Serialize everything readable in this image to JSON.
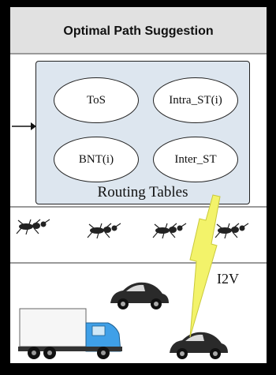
{
  "header": {
    "title": "Optimal Path Suggestion"
  },
  "routing_tables": {
    "caption": "Routing Tables",
    "tables": [
      "ToS",
      "Intra_ST(i)",
      "BNT(i)",
      "Inter_ST"
    ]
  },
  "link": {
    "label": "I2V"
  },
  "colors": {
    "box_fill": "#dde6ef",
    "header_fill": "#e1e1e1",
    "lightning": "#f3f36a",
    "truck_cab": "#3fa0e8"
  }
}
